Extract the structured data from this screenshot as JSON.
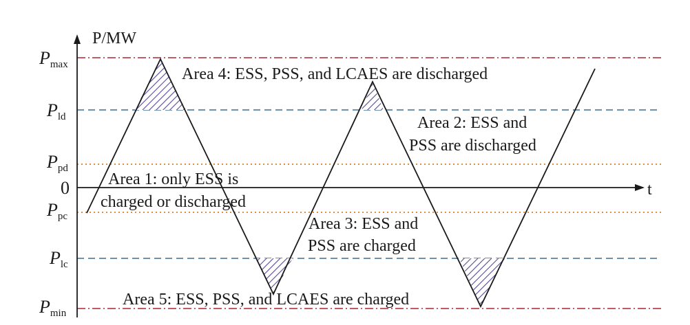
{
  "axes": {
    "y_label": "P/MW",
    "x_label": "t",
    "zero_label": "0"
  },
  "levels": [
    {
      "id": "pmax",
      "main": "P",
      "sub": "max",
      "color": "#b22234",
      "style": "dashdot"
    },
    {
      "id": "pld",
      "main": "P",
      "sub": "ld",
      "color": "#3a6d9a",
      "style": "dashed"
    },
    {
      "id": "ppd",
      "main": "P",
      "sub": "pd",
      "color": "#d4802a",
      "style": "dotted"
    },
    {
      "id": "ppc",
      "main": "P",
      "sub": "pc",
      "color": "#d4802a",
      "style": "dotted"
    },
    {
      "id": "plc",
      "main": "P",
      "sub": "lc",
      "color": "#3a6d9a",
      "style": "dashed"
    },
    {
      "id": "pmin",
      "main": "P",
      "sub": "min",
      "color": "#b22234",
      "style": "dashdot"
    }
  ],
  "areas": {
    "area4": "Area 4: ESS, PSS, and LCAES are discharged",
    "area2_line1": "Area 2: ESS and",
    "area2_line2": "PSS are discharged",
    "area1_line1": "Area 1: only ESS is",
    "area1_line2": "charged or discharged",
    "area3_line1": "Area 3: ESS and",
    "area3_line2": "PSS are charged",
    "area5": "Area 5: ESS, PSS, and LCAES are charged"
  },
  "colors": {
    "curve": "#1a1a1a",
    "hatch": "#5b4a96",
    "axis": "#1a1a1a"
  }
}
